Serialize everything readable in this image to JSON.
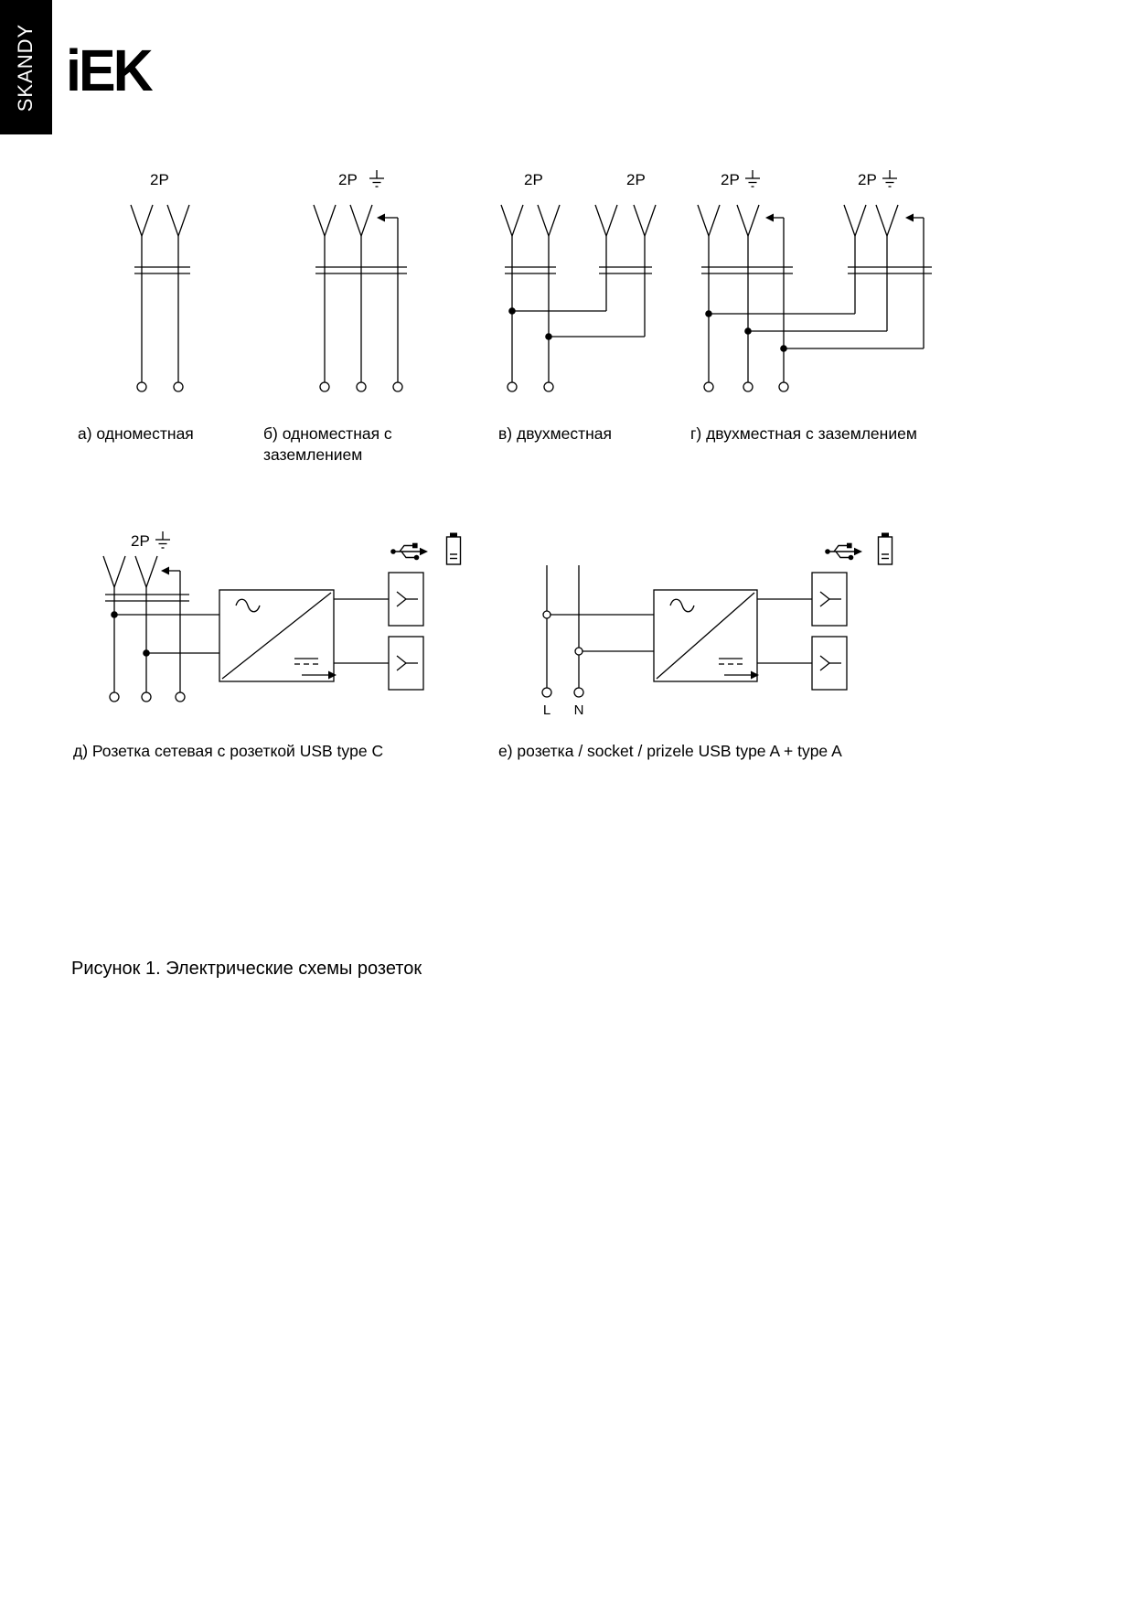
{
  "page": {
    "series_tab": "SKANDY",
    "brand": "iEK",
    "caption": "Рисунок 1. Электрические схемы розеток",
    "background_color": "#ffffff",
    "ink_color": "#000000"
  },
  "diagrams": {
    "a": {
      "top_label": "2P",
      "label": "а) одноместная"
    },
    "b": {
      "top_label": "2P",
      "label": "б) одноместная с заземлением"
    },
    "v": {
      "top_label_left": "2P",
      "top_label_right": "2P",
      "label": "в) двухместная"
    },
    "g": {
      "top_label_left": "2P",
      "top_label_right": "2P",
      "label": "г) двухместная с заземлением"
    },
    "d": {
      "top_label": "2P",
      "label": "д) Розетка сетевая с розеткой USB type C"
    },
    "e": {
      "label": "е) розетка / socket / prizele USB type A + type A",
      "terminal_l": "L",
      "terminal_n": "N"
    }
  },
  "icons": {
    "earth_ground": "IEC earth-ground symbol",
    "earth_contact_arrow": "left arrow (grounding contact)",
    "plug_contact": "Y-fork plug contact",
    "ac_wave": "sine wave (AC input)",
    "dc_symbol": "solid line over dashed line (DC output)",
    "usb": "USB trident symbol",
    "battery": "battery with charge bars",
    "usb_port": "USB port fork symbol"
  }
}
